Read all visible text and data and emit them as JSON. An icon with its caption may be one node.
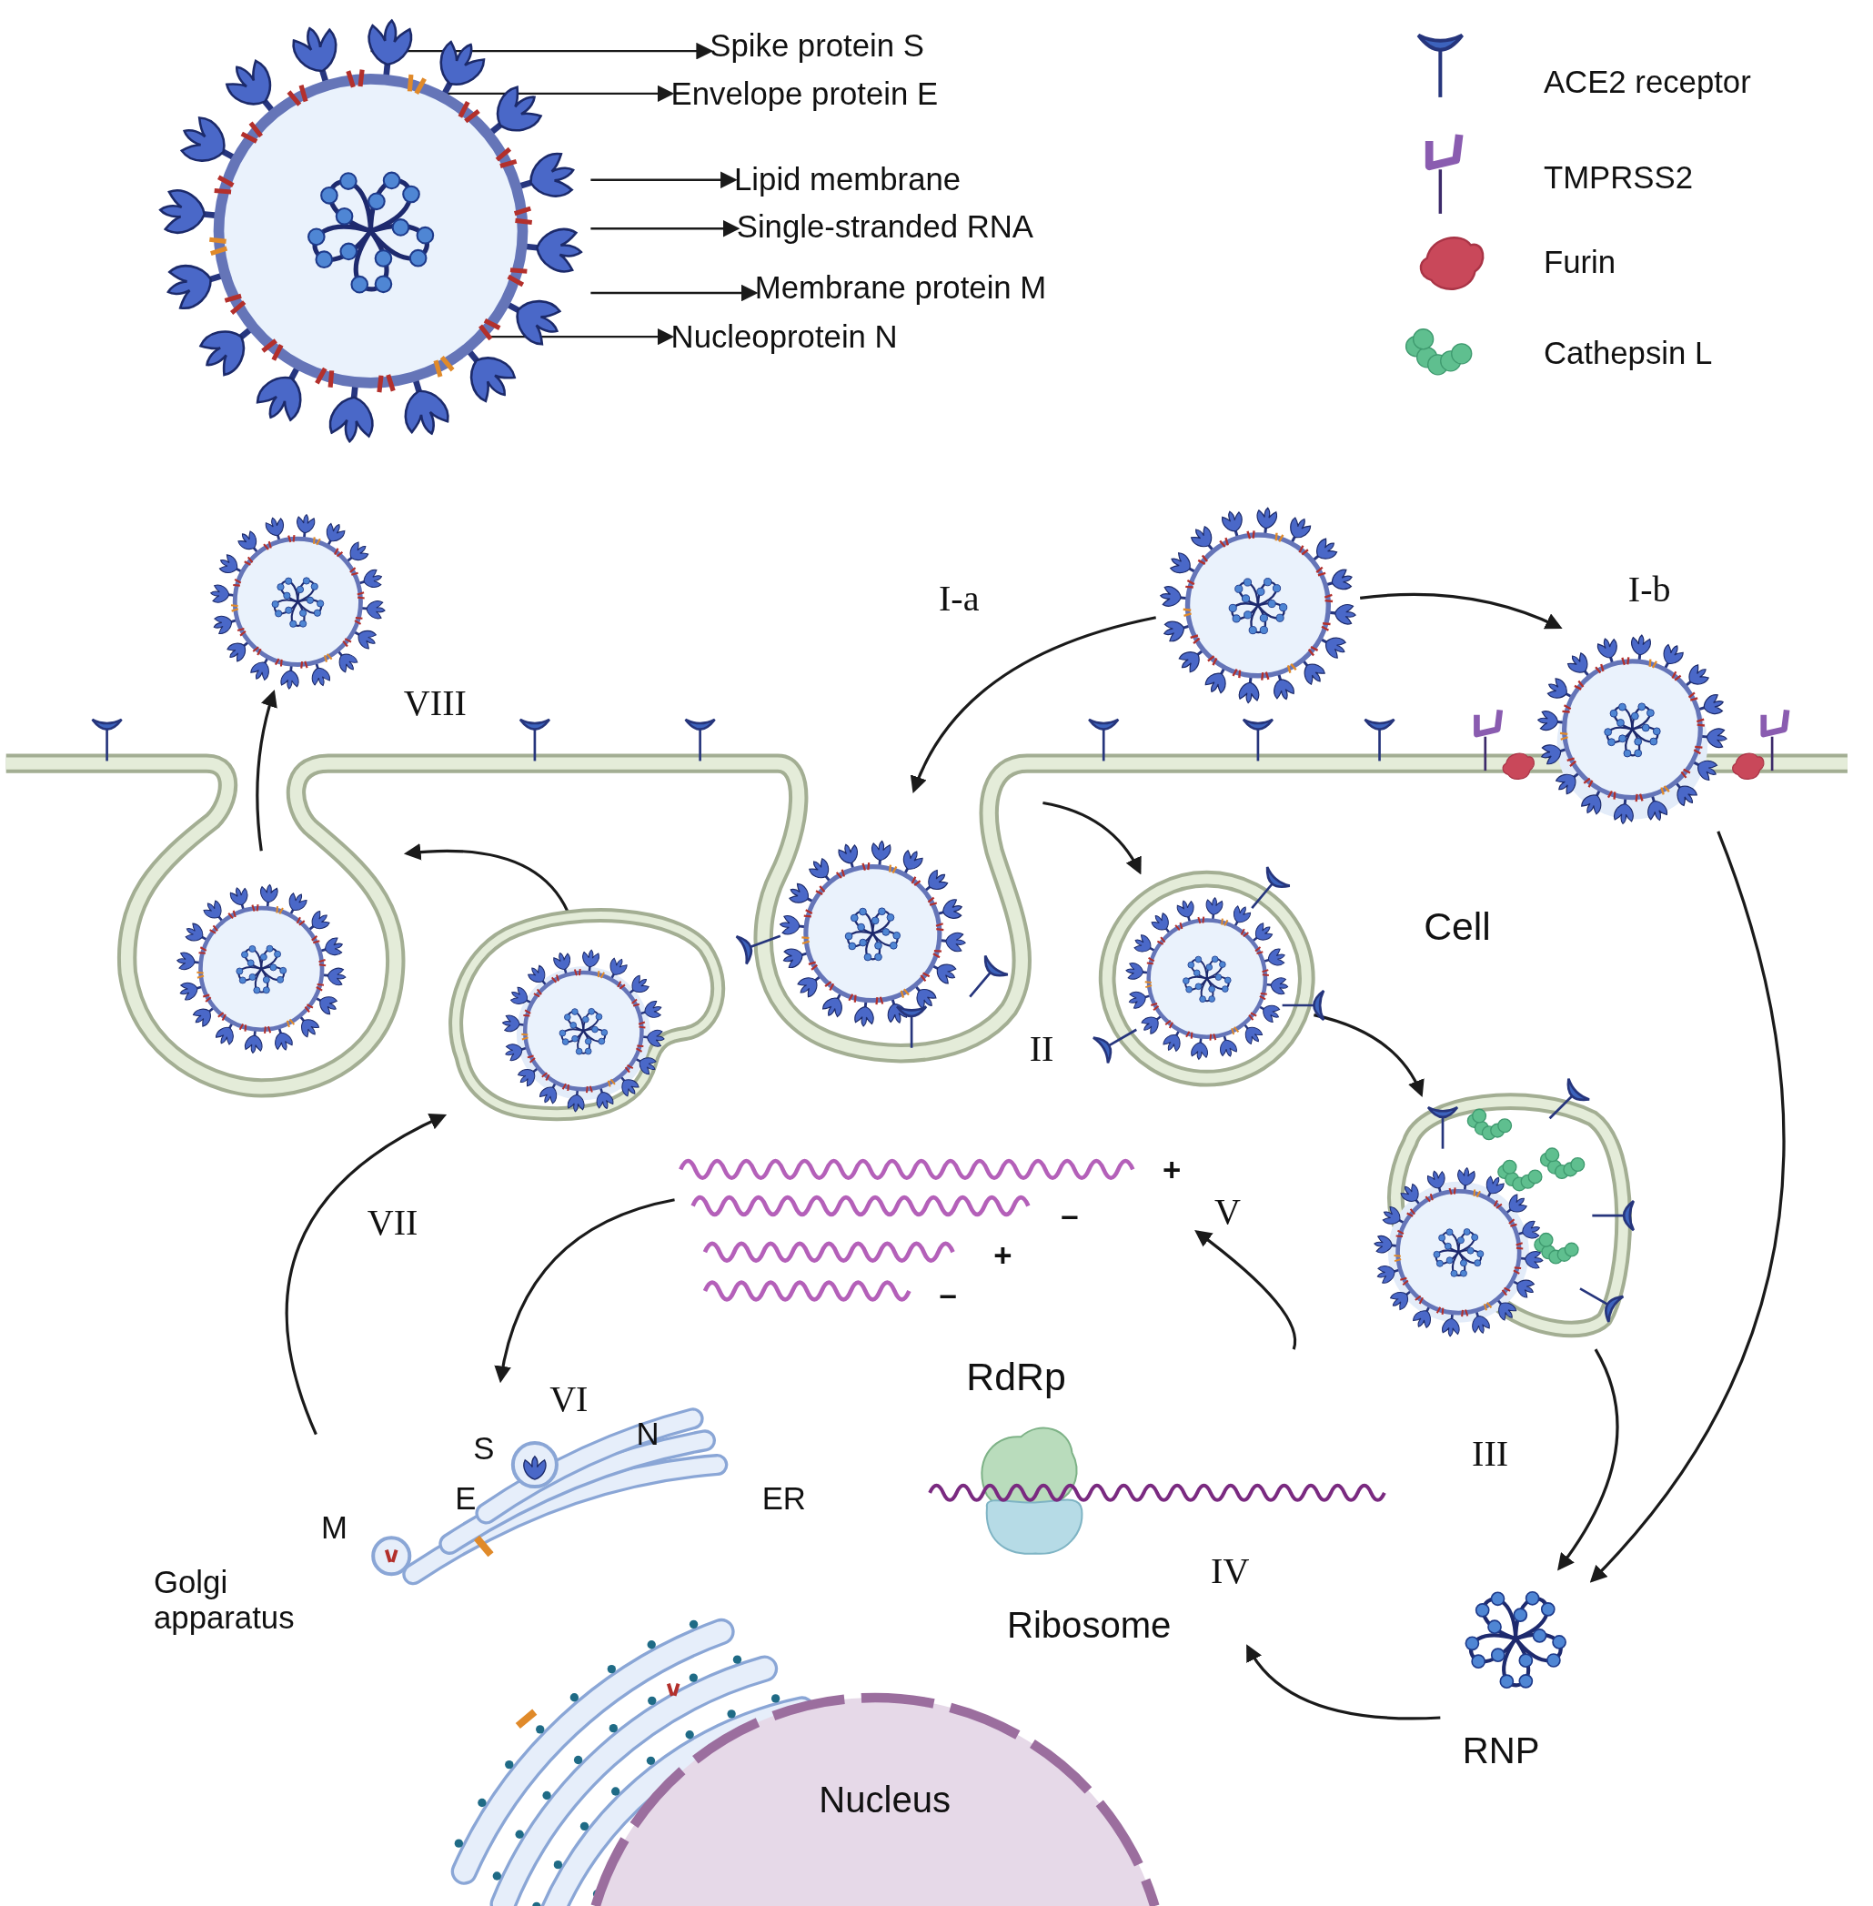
{
  "diagram": {
    "nodes": [
      {
        "text": [],
        "shape": "picture"
      },
      {
        "text": [
          "Spike protein S"
        ]
      },
      {
        "text": [
          "Envelope protein E"
        ]
      },
      {
        "text": [
          "Lipid membrane"
        ]
      },
      {
        "text": [
          "Single-stranded RNA"
        ]
      },
      {
        "text": [
          "Membrane protein M"
        ]
      },
      {
        "text": [
          "Nucleoprotein N"
        ]
      },
      {
        "text": [],
        "shape": "picture"
      },
      {
        "text": [],
        "shape": "picture"
      },
      {
        "text": [],
        "shape": "picture"
      },
      {
        "text": [],
        "shape": "picture"
      },
      {
        "text": [],
        "shape": "picture"
      },
      {
        "text": [
          "RNP"
        ]
      },
      {
        "text": [
          "RdRp",
          "Ribosome"
        ]
      },
      {
        "text": [],
        "shape": "picture"
      },
      {
        "text": [],
        "shape": "picture"
      },
      {
        "text": [
          "Nucleus"
        ]
      },
      {
        "text": [],
        "shape": "picture"
      },
      {
        "text": [],
        "shape": "picture"
      },
      {
        "text": [],
        "shape": "picture"
      }
    ],
    "edges": [
      {
        "from": 0,
        "to": 1,
        "arrow": "to"
      },
      {
        "from": 0,
        "to": 2,
        "arrow": "to"
      },
      {
        "from": 0,
        "to": 3,
        "arrow": "to"
      },
      {
        "from": 0,
        "to": 4,
        "arrow": "to"
      },
      {
        "from": 0,
        "to": 5,
        "arrow": "to"
      },
      {
        "from": 0,
        "to": 6,
        "arrow": "to"
      },
      {
        "from": 7,
        "to": 9,
        "arrow": "to"
      },
      {
        "from": 7,
        "to": 8,
        "arrow": "to"
      },
      {
        "from": 9,
        "to": 10,
        "arrow": "to"
      },
      {
        "from": 10,
        "to": 11,
        "arrow": "to"
      },
      {
        "from": 11,
        "to": 12,
        "arrow": "to"
      },
      {
        "from": 8,
        "to": 12,
        "arrow": "to"
      },
      {
        "from": 12,
        "to": 13,
        "arrow": "to"
      },
      {
        "from": 13,
        "to": 14,
        "arrow": "to"
      },
      {
        "from": 14,
        "to": 15,
        "arrow": "to"
      },
      {
        "from": 15,
        "to": 17,
        "arrow": "to"
      },
      {
        "from": 17,
        "to": 18,
        "arrow": "to"
      },
      {
        "from": 18,
        "to": 19,
        "arrow": "to"
      }
    ],
    "labels": [
      "I-a",
      "I-b",
      "II",
      "III",
      "IV",
      "V",
      "VI",
      "VII",
      "VIII",
      "Cell",
      "+",
      "–",
      "+",
      "–",
      "S",
      "E",
      "N",
      "M",
      "ER",
      "Golgi apparatus"
    ],
    "legend": [
      {
        "text": "ACE2 receptor"
      },
      {
        "text": "TMPRSS2"
      },
      {
        "text": "Furin"
      },
      {
        "text": "Cathepsin L"
      }
    ]
  }
}
